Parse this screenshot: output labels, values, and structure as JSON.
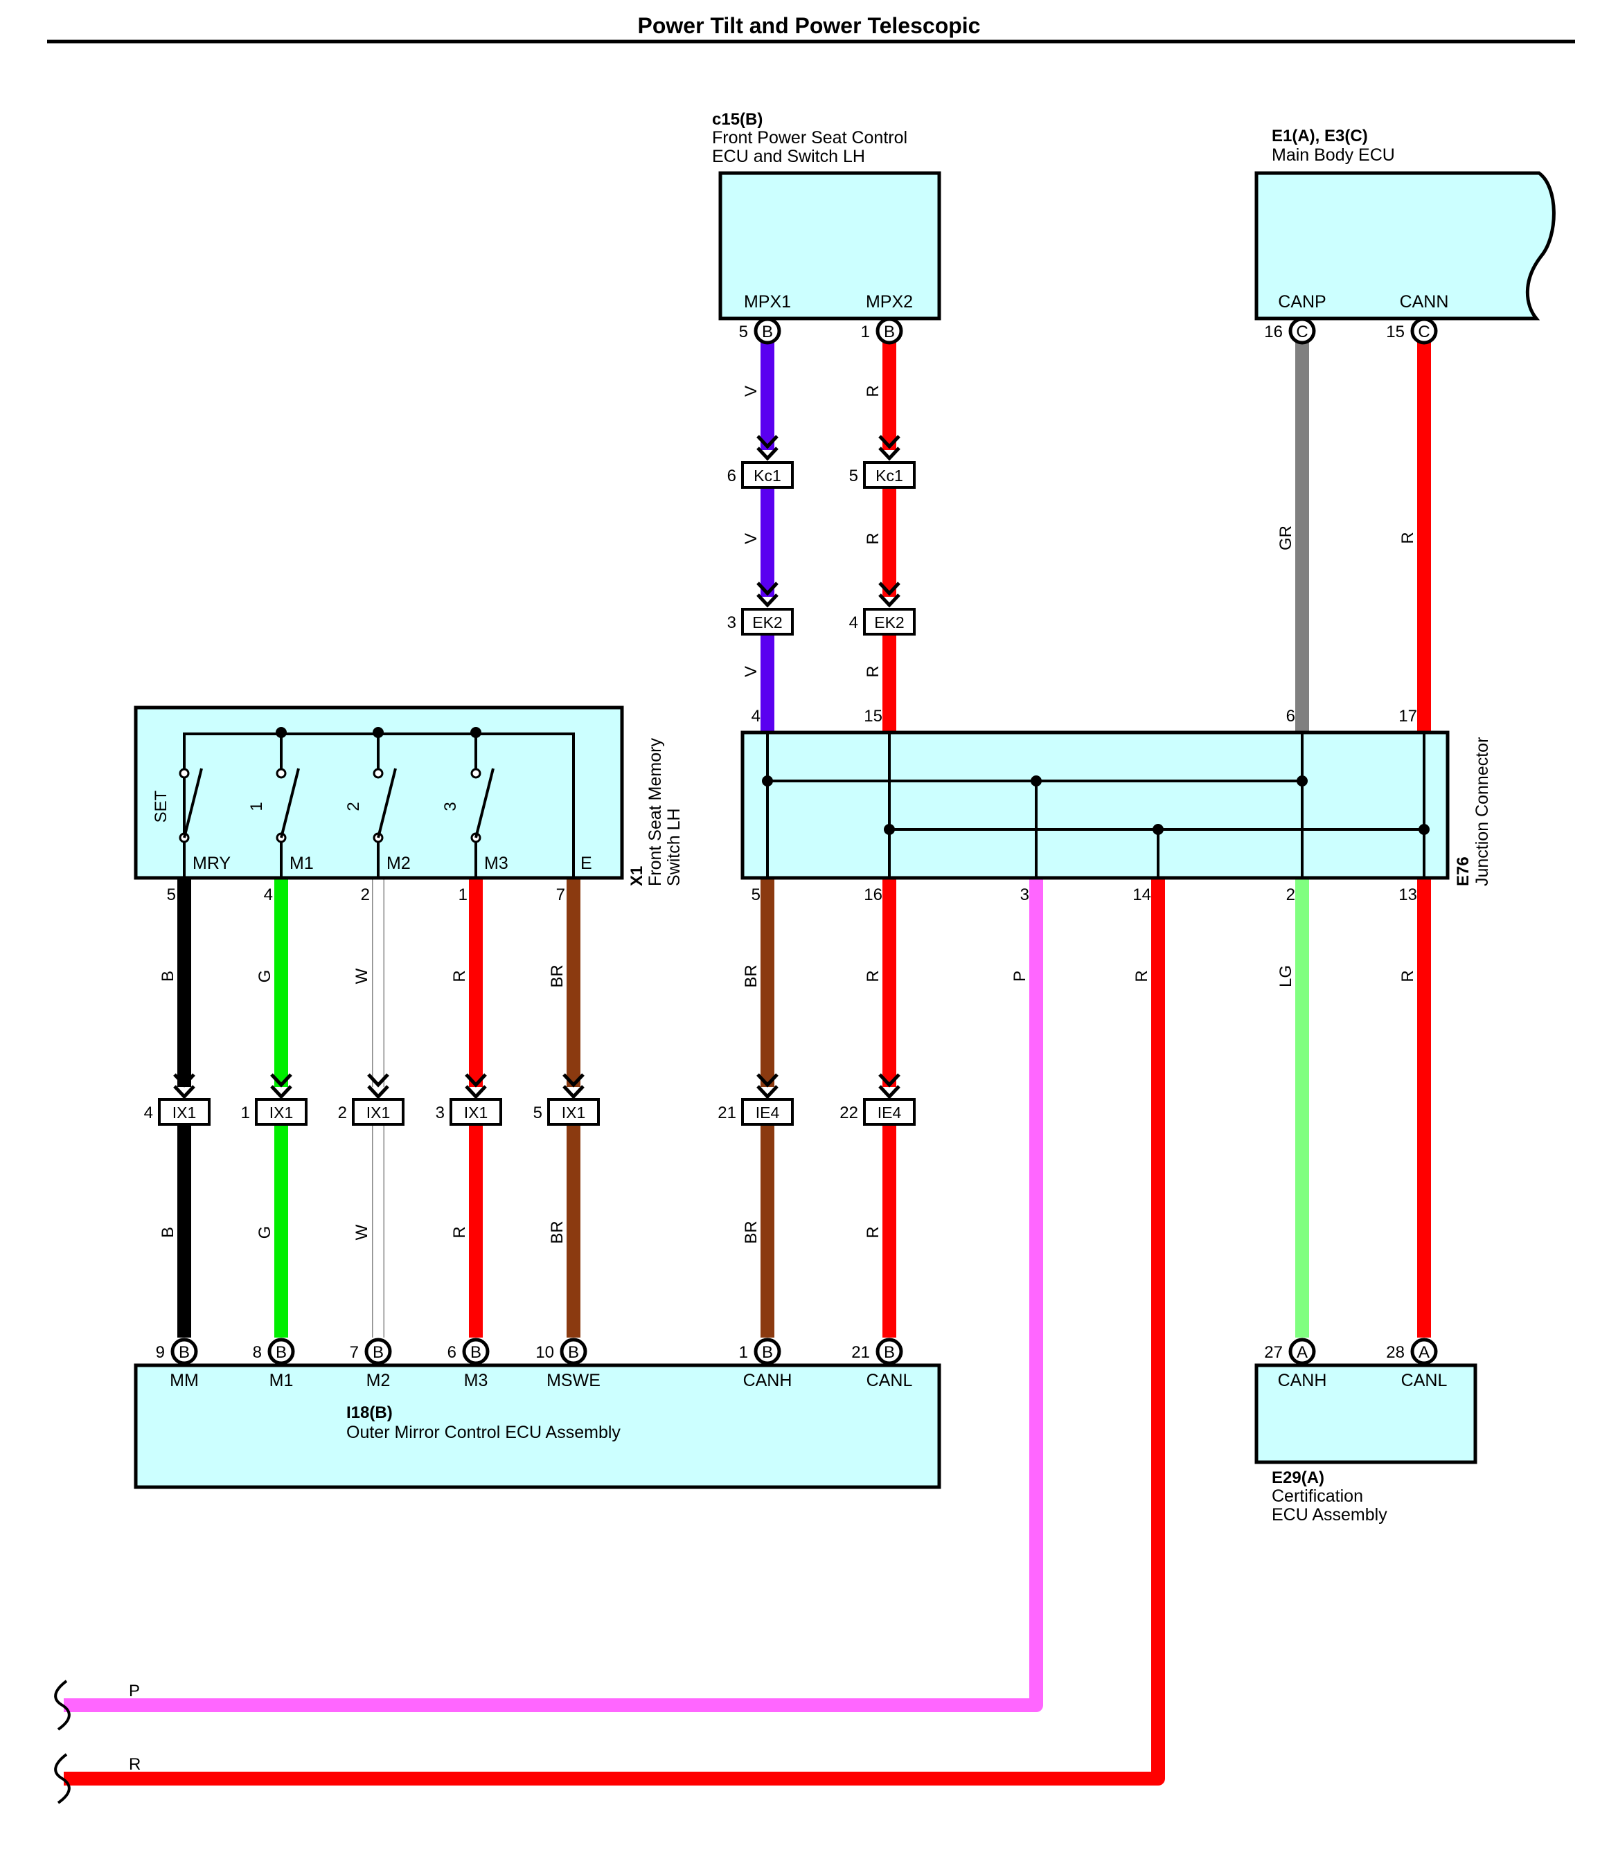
{
  "title": "Power Tilt and Power Telescopic",
  "colors": {
    "box_fill": "#ccffff",
    "V": "#5a00f0",
    "R": "#ff0000",
    "GR": "#808080",
    "B": "#000000",
    "G": "#00ee00",
    "W": "#ffffff",
    "BR": "#8b3a10",
    "P": "#ff66ff",
    "LG": "#80ff80"
  },
  "components": {
    "c15": {
      "code": "c15(B)",
      "name_line1": "Front Power Seat Control",
      "name_line2": "ECU and Switch LH",
      "pins": [
        "MPX1",
        "MPX2"
      ],
      "pin_numbers": [
        "5",
        "1"
      ],
      "pin_letter": "B"
    },
    "e1": {
      "code": "E1(A), E3(C)",
      "name": "Main Body ECU",
      "pins": [
        "CANP",
        "CANN"
      ],
      "pin_numbers": [
        "16",
        "15"
      ],
      "pin_letter": "C"
    },
    "x1": {
      "code": "X1",
      "name_line1": "Front Seat Memory",
      "name_line2": "Switch LH",
      "switches": [
        "SET",
        "1",
        "2",
        "3"
      ],
      "pins": [
        "MRY",
        "M1",
        "M2",
        "M3",
        "E"
      ],
      "pin_numbers": [
        "5",
        "4",
        "2",
        "1",
        "7"
      ]
    },
    "e76": {
      "code": "E76",
      "name": "Junction Connector",
      "top_pins": [
        "4",
        "15",
        "6",
        "17"
      ],
      "bottom_pins": [
        "5",
        "16",
        "3",
        "14",
        "2",
        "13"
      ]
    },
    "i18": {
      "code": "I18(B)",
      "name": "Outer Mirror Control ECU Assembly",
      "pins": [
        "MM",
        "M1",
        "M2",
        "M3",
        "MSWE",
        "CANH",
        "CANL"
      ],
      "pin_numbers": [
        "9",
        "8",
        "7",
        "6",
        "10",
        "1",
        "21"
      ],
      "pin_letter": "B"
    },
    "e29": {
      "code": "E29(A)",
      "name_line1": "Certification",
      "name_line2": "ECU Assembly",
      "pins": [
        "CANH",
        "CANL"
      ],
      "pin_numbers": [
        "27",
        "28"
      ],
      "pin_letter": "A"
    }
  },
  "connectors": {
    "kc1": {
      "label": "Kc1",
      "numbers": [
        "6",
        "5"
      ]
    },
    "ek2": {
      "label": "EK2",
      "numbers": [
        "3",
        "4"
      ]
    },
    "ix1": {
      "label": "IX1",
      "numbers": [
        "4",
        "1",
        "2",
        "3",
        "5"
      ]
    },
    "ie4": {
      "label": "IE4",
      "numbers": [
        "21",
        "22"
      ]
    }
  },
  "wires": {
    "top_left": [
      "V",
      "V",
      "V"
    ],
    "top_right": [
      "R",
      "R",
      "R"
    ],
    "canp": "GR",
    "cann": "R",
    "x1_upper": [
      "B",
      "G",
      "W",
      "R",
      "BR"
    ],
    "x1_lower": [
      "B",
      "G",
      "W",
      "R",
      "BR"
    ],
    "e76_left_upper": [
      "BR",
      "R"
    ],
    "e76_left_lower": [
      "BR",
      "R"
    ],
    "p": "P",
    "r14": "R",
    "lg": "LG",
    "r13": "R",
    "bottom": [
      "P",
      "R"
    ]
  }
}
